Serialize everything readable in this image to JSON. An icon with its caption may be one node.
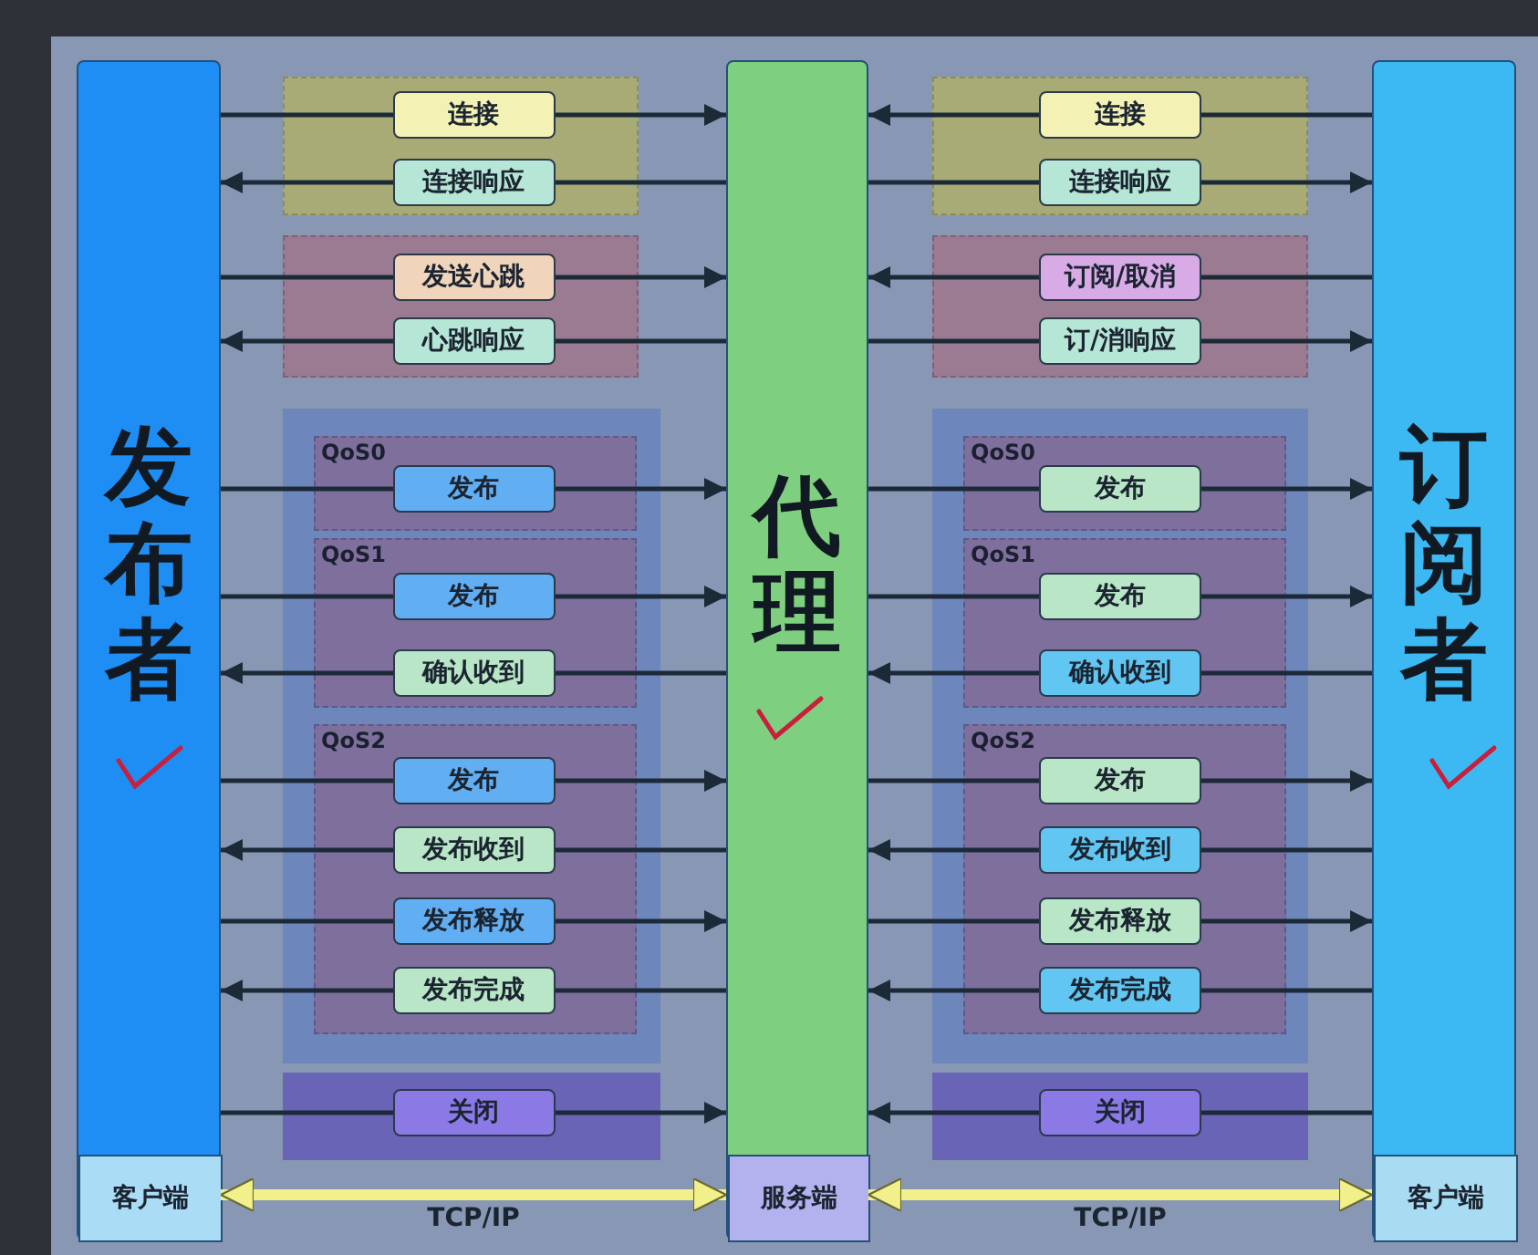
{
  "diagram": {
    "nodes": [
      {
        "text": [
          "发布者"
        ]
      },
      {
        "text": [
          "客户端"
        ],
        "in": 0
      },
      {
        "text": [
          "代理"
        ]
      },
      {
        "text": [
          "服务端"
        ],
        "in": 2
      },
      {
        "text": [
          "订阅者"
        ]
      },
      {
        "text": [
          "客户端"
        ],
        "in": 4
      }
    ],
    "labels": [
      "QoS0",
      "QoS1",
      "QoS2",
      "QoS0",
      "QoS1",
      "QoS2"
    ],
    "edges": [
      {
        "from": 0,
        "to": 2,
        "arrow": "to",
        "label": "连接"
      },
      {
        "from": 2,
        "to": 0,
        "arrow": "to",
        "label": "连接响应"
      },
      {
        "from": 0,
        "to": 2,
        "arrow": "to",
        "label": "发送心跳"
      },
      {
        "from": 2,
        "to": 0,
        "arrow": "to",
        "label": "心跳响应"
      },
      {
        "from": 0,
        "to": 2,
        "arrow": "to",
        "label": "发布"
      },
      {
        "from": 0,
        "to": 2,
        "arrow": "to",
        "label": "发布"
      },
      {
        "from": 2,
        "to": 0,
        "arrow": "to",
        "label": "确认收到"
      },
      {
        "from": 0,
        "to": 2,
        "arrow": "to",
        "label": "发布"
      },
      {
        "from": 2,
        "to": 0,
        "arrow": "to",
        "label": "发布收到"
      },
      {
        "from": 0,
        "to": 2,
        "arrow": "to",
        "label": "发布释放"
      },
      {
        "from": 2,
        "to": 0,
        "arrow": "to",
        "label": "发布完成"
      },
      {
        "from": 0,
        "to": 2,
        "arrow": "to",
        "label": "关闭"
      },
      {
        "from": 4,
        "to": 2,
        "arrow": "to",
        "label": "连接"
      },
      {
        "from": 2,
        "to": 4,
        "arrow": "to",
        "label": "连接响应"
      },
      {
        "from": 4,
        "to": 2,
        "arrow": "to",
        "label": "订阅/取消"
      },
      {
        "from": 2,
        "to": 4,
        "arrow": "to",
        "label": "订/消响应"
      },
      {
        "from": 2,
        "to": 4,
        "arrow": "to",
        "label": "发布"
      },
      {
        "from": 2,
        "to": 4,
        "arrow": "to",
        "label": "发布"
      },
      {
        "from": 4,
        "to": 2,
        "arrow": "to",
        "label": "确认收到"
      },
      {
        "from": 2,
        "to": 4,
        "arrow": "to",
        "label": "发布"
      },
      {
        "from": 4,
        "to": 2,
        "arrow": "to",
        "label": "发布收到"
      },
      {
        "from": 2,
        "to": 4,
        "arrow": "to",
        "label": "发布释放"
      },
      {
        "from": 4,
        "to": 2,
        "arrow": "to",
        "label": "发布完成"
      },
      {
        "from": 4,
        "to": 2,
        "arrow": "to",
        "label": "关闭"
      },
      {
        "from": 1,
        "to": 3,
        "arrow": "both",
        "label": "TCP/IP",
        "style": "thick",
        "color": "#f2f08a"
      },
      {
        "from": 3,
        "to": 5,
        "arrow": "both",
        "label": "TCP/IP",
        "style": "thick",
        "color": "#f2f08a"
      }
    ]
  }
}
